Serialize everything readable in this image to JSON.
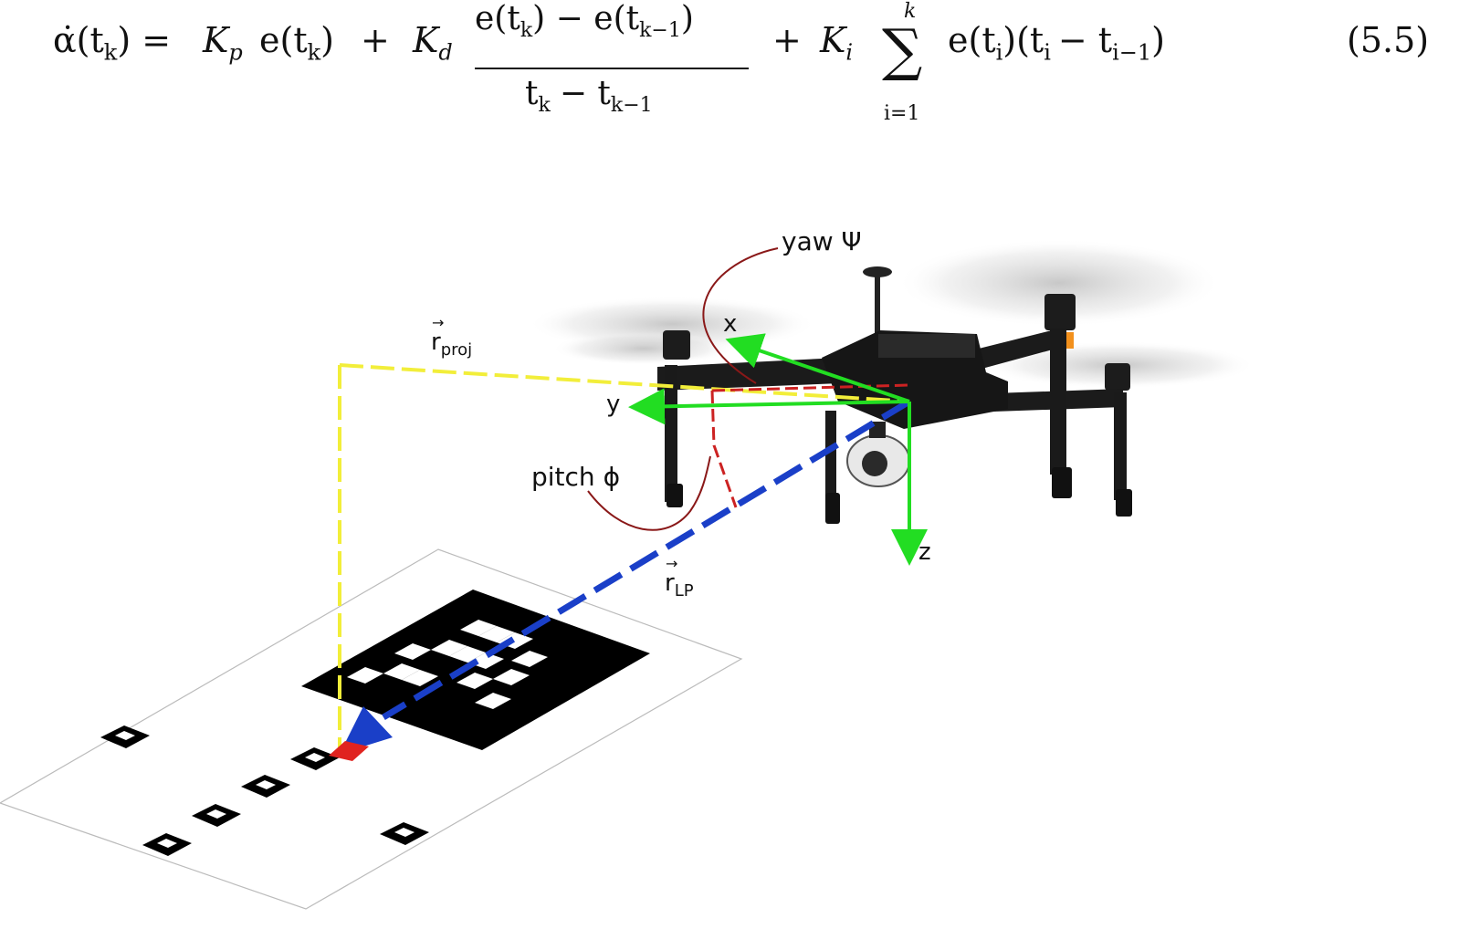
{
  "equation": {
    "lhs": "α̇(t",
    "lhs_sub": "k",
    "lhs_close": ") =",
    "kp": "K",
    "kp_sub": "p",
    "kp_term": "e(t",
    "kp_term_sub": "k",
    "kp_term_close": ")",
    "plus1": "+",
    "kd": "K",
    "kd_sub": "d",
    "frac_num_a": "e(t",
    "frac_num_a_sub": "k",
    "frac_num_minus": ") − e(t",
    "frac_num_b_sub": "k−1",
    "frac_num_close": ")",
    "frac_den_a": "t",
    "frac_den_a_sub": "k",
    "frac_den_minus": "− t",
    "frac_den_b_sub": "k−1",
    "plus2": "+",
    "ki": "K",
    "ki_sub": "i",
    "sum_symbol": "∑",
    "sum_upper": "k",
    "sum_lower": "i=1",
    "sum_term": "e(t",
    "sum_term_sub": "i",
    "sum_term_mid": ")(t",
    "sum_term_sub2": "i",
    "sum_term_minus": "− t",
    "sum_term_sub3": "i−1",
    "sum_term_close": ")",
    "number": "(5.5)"
  },
  "diagram": {
    "labels": {
      "yaw": "yaw Ψ",
      "x_axis": "x",
      "y_axis": "y",
      "z_axis": "z",
      "pitch": "pitch ϕ",
      "r_proj": "r",
      "r_proj_sub": "proj",
      "r_lp": "r",
      "r_lp_sub": "LP"
    },
    "colors": {
      "axis_green": "#22dd22",
      "r_lp_blue": "#1a3fc8",
      "r_proj_yellow": "#f2ee3a",
      "angle_red": "#cc2222",
      "marker_black": "#000000",
      "pad_white": "#ffffff"
    }
  }
}
